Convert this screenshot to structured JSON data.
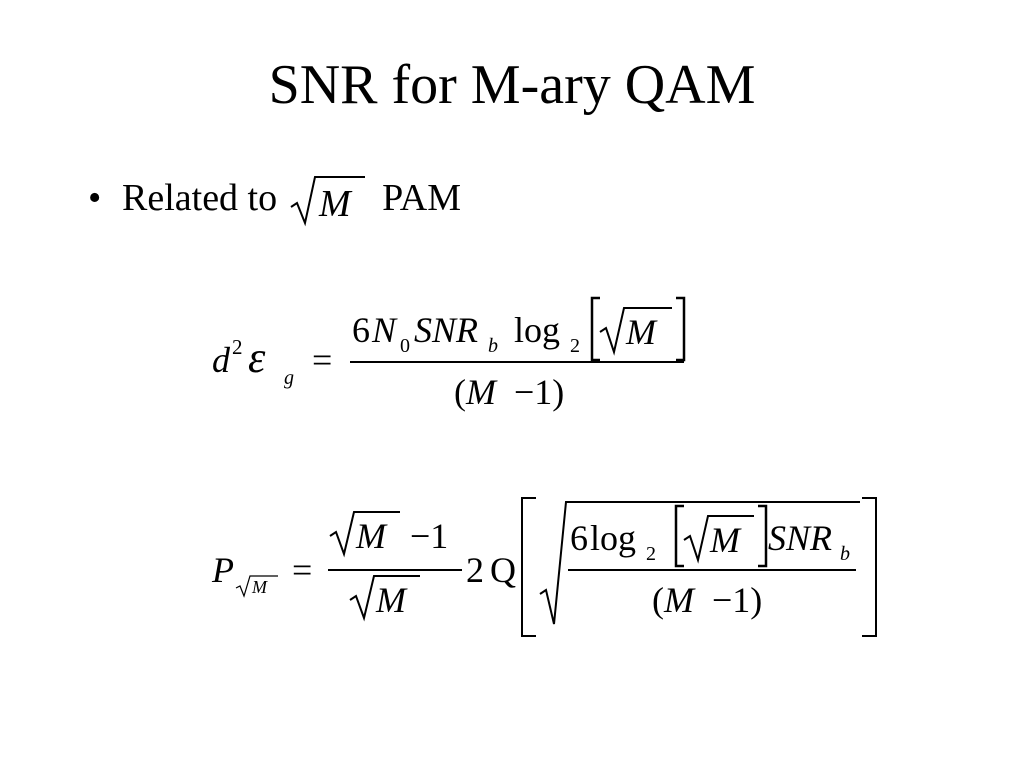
{
  "slide": {
    "title": "SNR for M-ary QAM",
    "bullet_marker": "•",
    "bullet_lead": "Related to",
    "bullet_tail": "PAM",
    "bullet_radicand": "M"
  },
  "eq1": {
    "lhs_d": "d",
    "lhs_d_sup": "2",
    "lhs_epsilon": "ε",
    "lhs_sub": "g",
    "equals": "=",
    "num_six": "6",
    "num_N": "N",
    "num_N_sub": "0",
    "num_SNR": "SNR",
    "num_SNR_sub": "b",
    "num_log": "log",
    "num_log_sub": "2",
    "num_radicand": "M",
    "den_open": "(",
    "den_M": "M",
    "den_minus_one": "−1)"
  },
  "eq2": {
    "lhs_P": "P",
    "lhs_sub_radicand": "M",
    "equals": "=",
    "frac_num_radicand": "M",
    "frac_num_minus_one": "−1",
    "frac_den_radicand": "M",
    "two": "2",
    "Q": "Q",
    "inner_six": "6",
    "inner_log": "log",
    "inner_log_sub": "2",
    "inner_radicand": "M",
    "inner_SNR": "SNR",
    "inner_SNR_sub": "b",
    "inner_den_open": "(",
    "inner_den_M": "M",
    "inner_den_minus_one": "−1)"
  }
}
